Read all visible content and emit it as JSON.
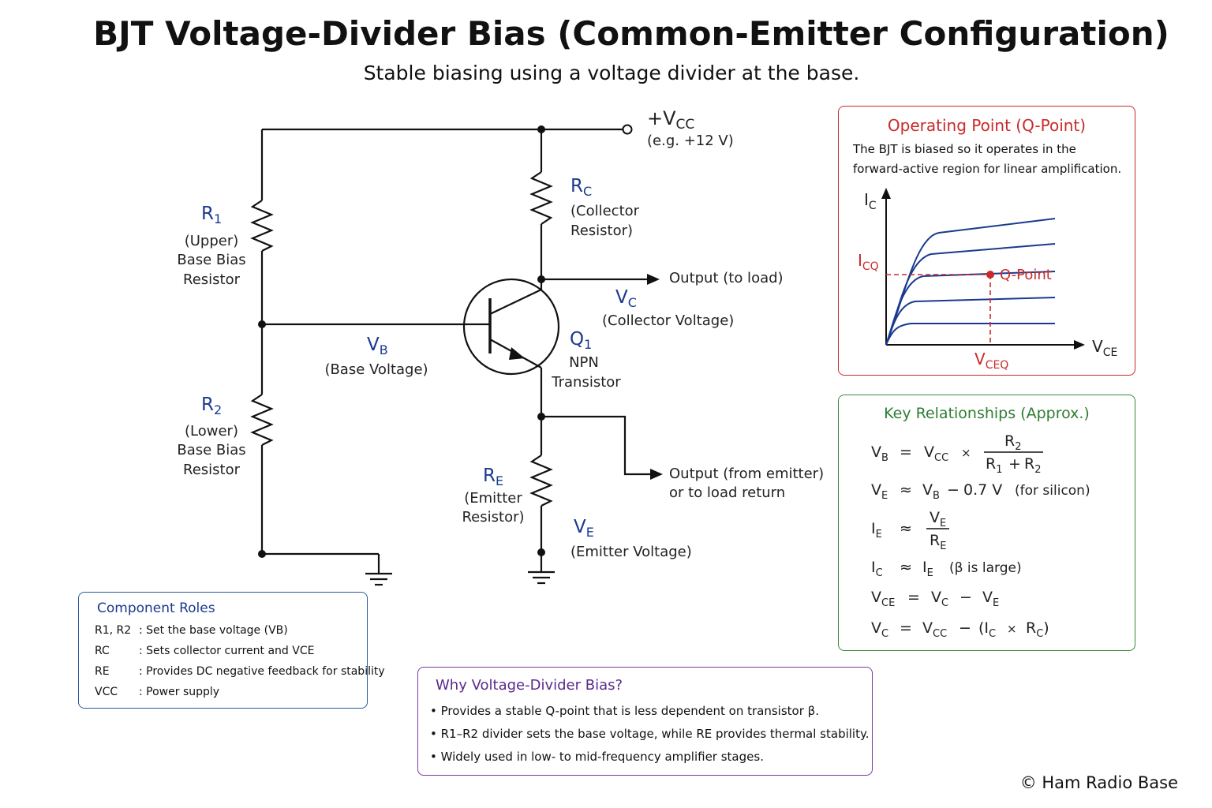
{
  "title": "BJT Voltage-Divider Bias (Common-Emitter Configuration)",
  "subtitle": "Stable biasing using a voltage divider at the base.",
  "circuit": {
    "vcc": {
      "symbol": "+V",
      "sub": "CC",
      "note": "(e.g. +12 V)"
    },
    "r1": {
      "symbol": "R",
      "sub": "1",
      "lines": [
        "(Upper)",
        "Base Bias",
        "Resistor"
      ]
    },
    "r2": {
      "symbol": "R",
      "sub": "2",
      "lines": [
        "(Lower)",
        "Base Bias",
        "Resistor"
      ]
    },
    "rc": {
      "symbol": "R",
      "sub": "C",
      "lines": [
        "(Collector",
        "Resistor)"
      ]
    },
    "re": {
      "symbol": "R",
      "sub": "E",
      "lines": [
        "(Emitter",
        "Resistor)"
      ]
    },
    "vb": {
      "symbol": "V",
      "sub": "B",
      "note": "(Base Voltage)"
    },
    "vc": {
      "symbol": "V",
      "sub": "C",
      "note": "(Collector Voltage)"
    },
    "ve": {
      "symbol": "V",
      "sub": "E",
      "note": "(Emitter Voltage)"
    },
    "q1": {
      "symbol": "Q",
      "sub": "1",
      "lines": [
        "NPN",
        "Transistor"
      ]
    },
    "output_collector": "Output (to load)",
    "output_emitter": [
      "Output (from emitter)",
      "or to load return"
    ]
  },
  "qpoint_panel": {
    "title": "Operating Point (Q-Point)",
    "desc": [
      "The BJT is biased so it operates in the",
      "forward-active region for linear amplification."
    ],
    "y_axis": {
      "symbol": "I",
      "sub": "C"
    },
    "x_axis": {
      "symbol": "V",
      "sub": "CE"
    },
    "icq": {
      "symbol": "I",
      "sub": "CQ"
    },
    "vceq": {
      "symbol": "V",
      "sub": "CEQ"
    },
    "qpoint_label": "Q-Point"
  },
  "key_panel": {
    "title": "Key Relationships (Approx.)",
    "eq1": {
      "lhs": "V",
      "lhs_sub": "B",
      "op": "=",
      "a": "V",
      "a_sub": "CC",
      "times": "×",
      "num": "R",
      "num_sub": "2",
      "den1": "R",
      "den1_sub": "1",
      "plus": "+",
      "den2": "R",
      "den2_sub": "2"
    },
    "eq2": {
      "lhs": "V",
      "lhs_sub": "E",
      "op": "≈",
      "a": "V",
      "a_sub": "B",
      "minus": "−",
      "value": "0.7 V",
      "note": "(for silicon)"
    },
    "eq3": {
      "lhs": "I",
      "lhs_sub": "E",
      "op": "≈",
      "num": "V",
      "num_sub": "E",
      "den": "R",
      "den_sub": "E"
    },
    "eq4": {
      "lhs": "I",
      "lhs_sub": "C",
      "op": "≈",
      "a": "I",
      "a_sub": "E",
      "note": "(β is large)"
    },
    "eq5": {
      "lhs": "V",
      "lhs_sub": "CE",
      "op": "=",
      "a": "V",
      "a_sub": "C",
      "minus": "−",
      "b": "V",
      "b_sub": "E"
    },
    "eq6": {
      "lhs": "V",
      "lhs_sub": "C",
      "op": "=",
      "a": "V",
      "a_sub": "CC",
      "minus": "−",
      "open": "(I",
      "b_sub": "C",
      "times": "×",
      "c": "R",
      "c_sub": "C",
      "close": ")"
    }
  },
  "roles_panel": {
    "title": "Component Roles",
    "rows": [
      {
        "name": "R1, R2",
        "desc": ": Set the base voltage (VB)"
      },
      {
        "name": "RC",
        "desc": ": Sets collector current and VCE"
      },
      {
        "name": "RE",
        "desc": ": Provides DC negative feedback for stability"
      },
      {
        "name": "VCC",
        "desc": ": Power supply"
      }
    ]
  },
  "why_panel": {
    "title": "Why Voltage-Divider Bias?",
    "bullets": [
      "•  Provides a stable Q-point that is less dependent on transistor β.",
      "•  R1–R2 divider sets the base voltage, while RE provides thermal stability.",
      "•  Widely used in low- to mid-frequency amplifier stages."
    ]
  },
  "copyright": "© Ham Radio Base",
  "colors": {
    "label_blue": "#1a3a8f",
    "qpoint_red": "#c92a2a",
    "curve_blue": "#1a3a8f",
    "key_green": "#2e7d32",
    "why_purple": "#5a2a8a",
    "roles_blue": "#1a3a8f"
  }
}
